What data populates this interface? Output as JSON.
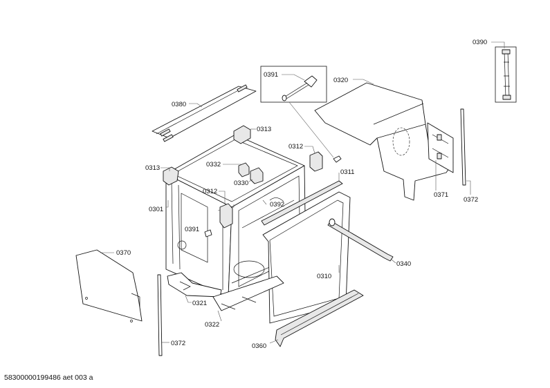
{
  "labels": {
    "l0390": "0390",
    "l0391a": "0391",
    "l0320": "0320",
    "l0380": "0380",
    "l0313a": "0313",
    "l0312a": "0312",
    "l0313b": "0313",
    "l0332": "0332",
    "l0330": "0330",
    "l0311": "0311",
    "l0312b": "0312",
    "l0392": "0392",
    "l0301": "0301",
    "l0391b": "0391",
    "l0371": "0371",
    "l0372a": "0372",
    "l0370": "0370",
    "l0340": "0340",
    "l0310": "0310",
    "l0321": "0321",
    "l0322": "0322",
    "l0360": "0360",
    "l0372b": "0372"
  },
  "footer": "58300000199486 aet 003 a"
}
